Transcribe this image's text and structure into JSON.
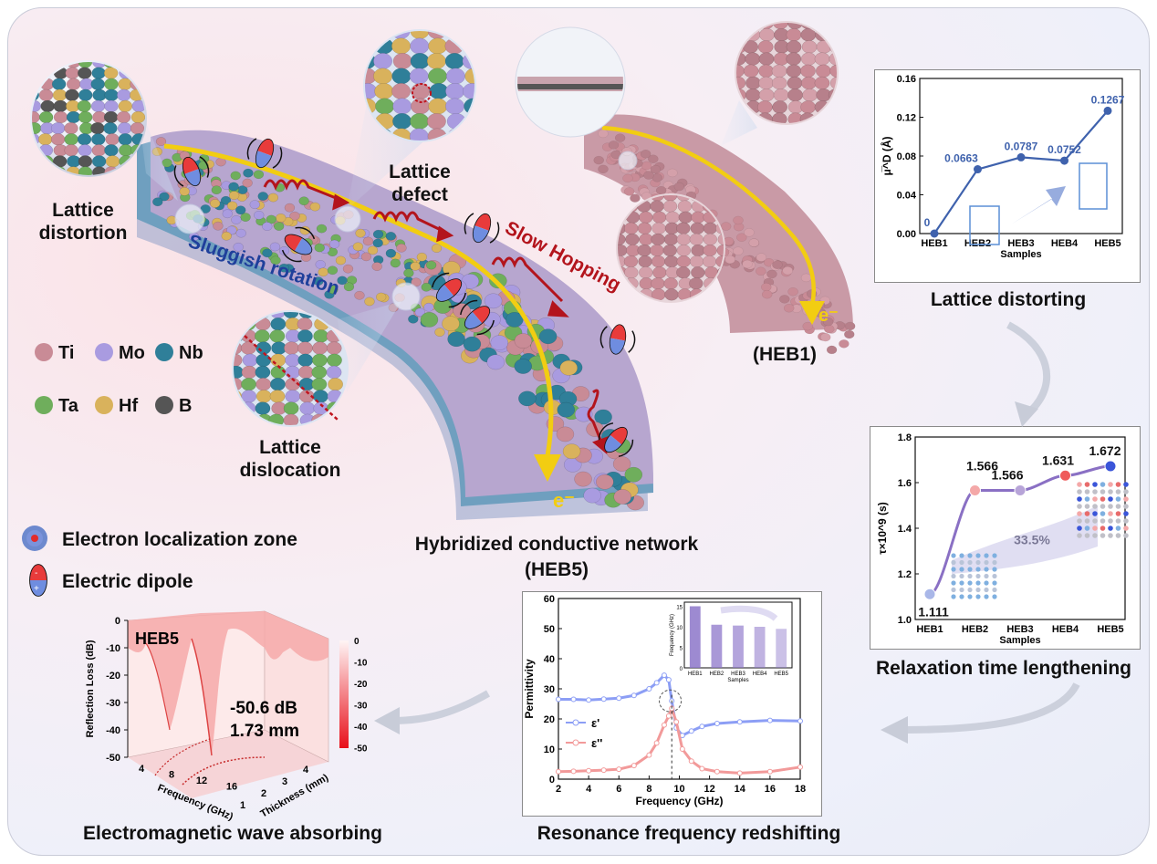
{
  "labels": {
    "lattice_distortion": "Lattice distortion",
    "lattice_defect": "Lattice defect",
    "lattice_dislocation": "Lattice dislocation",
    "sluggish_rotation": "Sluggish rotation",
    "slow_hopping": "Slow Hopping",
    "heb1_label": "(HEB1)",
    "network_title": "Hybridized conductive network",
    "network_sub": "(HEB5)",
    "electron": "e⁻",
    "electron_zone": "Electron localization zone",
    "electric_dipole": "Electric dipole",
    "lattice_distorting": "Lattice distorting",
    "relaxation": "Relaxation time lengthening",
    "resonance": "Resonance frequency redshifting",
    "em_absorbing": "Electromagnetic wave absorbing"
  },
  "elements": [
    {
      "symbol": "Ti",
      "color": "#c98b96"
    },
    {
      "symbol": "Mo",
      "color": "#a99be0"
    },
    {
      "symbol": "Nb",
      "color": "#2f7f99"
    },
    {
      "symbol": "Ta",
      "color": "#6fae5c"
    },
    {
      "symbol": "Hf",
      "color": "#d9b25c"
    },
    {
      "symbol": "B",
      "color": "#555555"
    }
  ],
  "chart_data": [
    {
      "type": "line",
      "ylabel": "μ̅^D (Å)",
      "xlabel": "Samples",
      "categories": [
        "HEB1",
        "HEB2",
        "HEB3",
        "HEB4",
        "HEB5"
      ],
      "values": [
        0,
        0.0663,
        0.0787,
        0.0752,
        0.1267
      ],
      "data_labels": [
        "0",
        "0.0663",
        "0.0787",
        "0.0752",
        "0.1267"
      ],
      "ylim": [
        0,
        0.16
      ],
      "yticks": [
        "0.00",
        "0.04",
        "0.08",
        "0.12",
        "0.16"
      ],
      "color": "#3f62ad"
    },
    {
      "type": "line",
      "ylabel": "τ×10^9 (s)",
      "xlabel": "Samples",
      "categories": [
        "HEB1",
        "HEB2",
        "HEB3",
        "HEB4",
        "HEB5"
      ],
      "values": [
        1.111,
        1.566,
        1.566,
        1.631,
        1.672
      ],
      "data_labels": [
        "1.111",
        "1.566",
        "1.566",
        "1.631",
        "1.672"
      ],
      "ylim": [
        1.0,
        1.8
      ],
      "yticks": [
        "1.0",
        "1.2",
        "1.4",
        "1.6",
        "1.8"
      ],
      "annotation": "33.5%",
      "point_colors": [
        "#a9b7e8",
        "#f4a8a8",
        "#b7a4d8",
        "#ef5b5b",
        "#3a55d9"
      ],
      "color": "#8a70c4"
    },
    {
      "type": "line",
      "ylabel": "Permittivity",
      "xlabel": "Frequency (GHz)",
      "xlim": [
        2,
        18
      ],
      "ylim": [
        0,
        60
      ],
      "xticks": [
        "2",
        "4",
        "6",
        "8",
        "10",
        "12",
        "14",
        "16",
        "18"
      ],
      "yticks": [
        "0",
        "10",
        "20",
        "30",
        "40",
        "50",
        "60"
      ],
      "series": [
        {
          "name": "ε'",
          "color": "#8c9ef5",
          "x": [
            2,
            3,
            4,
            5,
            6,
            7,
            8,
            8.5,
            9,
            9.3,
            9.5,
            9.8,
            10.2,
            10.8,
            11.5,
            12.5,
            14,
            16,
            18
          ],
          "values": [
            26.5,
            26.5,
            26.3,
            26.6,
            26.9,
            27.8,
            30,
            32,
            34.5,
            33,
            26,
            17,
            14.5,
            16,
            17.5,
            18.5,
            19,
            19.5,
            19.3
          ]
        },
        {
          "name": "ε''",
          "color": "#f29a9a",
          "x": [
            2,
            3,
            4,
            5,
            6,
            7,
            8,
            8.5,
            9,
            9.3,
            9.5,
            9.8,
            10.2,
            10.8,
            11.5,
            12.5,
            14,
            16,
            18
          ],
          "values": [
            2.5,
            2.6,
            2.8,
            3,
            3.3,
            4.5,
            8,
            12,
            18,
            21,
            23.5,
            19,
            10,
            6,
            3.5,
            2.5,
            2,
            2.5,
            4
          ]
        }
      ],
      "inset": {
        "type": "bar",
        "ylabel": "Frequency (GHz)",
        "xlabel": "Samples",
        "categories": [
          "HEB1",
          "HEB2",
          "HEB3",
          "HEB4",
          "HEB5"
        ],
        "values": [
          15,
          10.5,
          10.3,
          10,
          9.5
        ],
        "ylim": [
          0,
          16
        ],
        "yticks": [
          "0",
          "5",
          "10",
          "15"
        ]
      }
    },
    {
      "type": "surface",
      "title": "HEB5",
      "zlabel": "Reflection Loss (dB)",
      "xlabel": "Frequency (GHz)",
      "ylabel": "Thickness (mm)",
      "zticks": [
        "0",
        "-10",
        "-20",
        "-30",
        "-40",
        "-50"
      ],
      "xticks": [
        "4",
        "8",
        "12",
        "16"
      ],
      "yticks": [
        "1",
        "2",
        "3",
        "4"
      ],
      "colorbar": [
        "0",
        "-10",
        "-20",
        "-30",
        "-40",
        "-50"
      ],
      "annotation_value": "-50.6 dB",
      "annotation_thickness": "1.73 mm"
    }
  ]
}
